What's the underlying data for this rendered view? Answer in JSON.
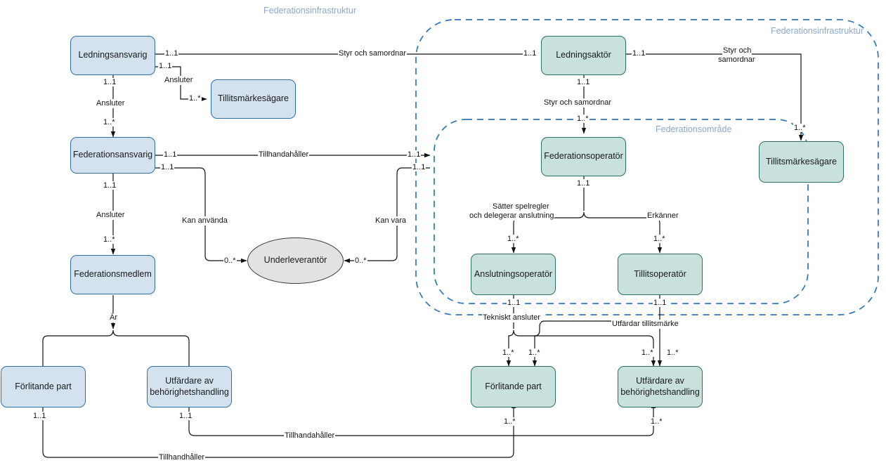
{
  "diagram": {
    "title": "Federationsinfrastruktur rollmodell",
    "colors": {
      "blue_fill": "#d4e2f0",
      "blue_stroke": "#2f6fa8",
      "green_fill": "#c9e1dd",
      "green_stroke": "#2a7068",
      "ellipse_fill": "#e2e2e2",
      "ellipse_stroke": "#3a3a3a",
      "group_label": "#8ba9cf",
      "dashed_border": "#2f76b5",
      "line": "#111111"
    }
  },
  "groups": [
    {
      "id": "g-left",
      "label": "Federationsinfrastruktur"
    },
    {
      "id": "g-outer",
      "label": "Federationsinfrastruktur"
    },
    {
      "id": "g-inner",
      "label": "Federationsområde"
    }
  ],
  "nodes": [
    {
      "id": "ledningsansvarig",
      "label": "Ledningsansvarig",
      "style": "blue"
    },
    {
      "id": "tillitsmarkesagare-left",
      "label": "Tillitsmärkesägare",
      "style": "blue"
    },
    {
      "id": "federationsansvarig",
      "label": "Federationsansvarig",
      "style": "blue"
    },
    {
      "id": "federationsmedlem",
      "label": "Federationsmedlem",
      "style": "blue"
    },
    {
      "id": "forlitande-part-left",
      "label": "Förlitande part",
      "style": "blue"
    },
    {
      "id": "utfardare-left",
      "label": "Utfärdare av behörighetshandling",
      "style": "blue"
    },
    {
      "id": "underleverantor",
      "label": "Underleverantör",
      "style": "ellipse"
    },
    {
      "id": "ledningsaktor",
      "label": "Ledningsaktör",
      "style": "green"
    },
    {
      "id": "tillitsmarkesagare-right",
      "label": "Tillitsmärkesägare",
      "style": "green"
    },
    {
      "id": "federationsoperator",
      "label": "Federationsoperatör",
      "style": "green"
    },
    {
      "id": "anslutningsoperator",
      "label": "Anslutningsoperatör",
      "style": "green"
    },
    {
      "id": "tillitsoperator",
      "label": "Tillitsoperatör",
      "style": "green"
    },
    {
      "id": "forlitande-part-right",
      "label": "Förlitande part",
      "style": "green"
    },
    {
      "id": "utfardare-right",
      "label": "Utfärdare av behörighetshandling",
      "style": "green"
    }
  ],
  "edges": [
    {
      "id": "e1",
      "from": "ledningsansvarig",
      "to": "ledningsaktor",
      "label": "Styr och samordnar",
      "from_mult": "1..1",
      "to_mult": "1..1"
    },
    {
      "id": "e2",
      "from": "ledningsansvarig",
      "to": "tillitsmarkesagare-left",
      "label": "Ansluter",
      "from_mult": "1..1",
      "to_mult": "1..*"
    },
    {
      "id": "e3",
      "from": "ledningsansvarig",
      "to": "federationsansvarig",
      "label": "Ansluter",
      "from_mult": "1..1",
      "to_mult": "1..*"
    },
    {
      "id": "e4",
      "from": "federationsansvarig",
      "to": "federationsoperator-area",
      "label": "Tillhandahåller",
      "from_mult": "1..1",
      "to_mult": "1..1"
    },
    {
      "id": "e5",
      "from": "federationsansvarig",
      "to": "underleverantor",
      "label": "Kan använda",
      "from_mult": "1..1",
      "to_mult": "0..*"
    },
    {
      "id": "e6",
      "from": "federationsomrade",
      "to": "underleverantor",
      "label": "Kan vara",
      "from_mult": "1..1",
      "to_mult": "0..*"
    },
    {
      "id": "e7",
      "from": "federationsansvarig",
      "to": "federationsmedlem",
      "label": "Ansluter",
      "from_mult": "1..1",
      "to_mult": "1..*"
    },
    {
      "id": "e8",
      "from": "forlitande-part-left",
      "to": "federationsmedlem",
      "label": "Är",
      "from_mult": "",
      "to_mult": ""
    },
    {
      "id": "e9",
      "from": "utfardare-left",
      "to": "federationsmedlem",
      "label": "Är",
      "from_mult": "",
      "to_mult": ""
    },
    {
      "id": "e10",
      "from": "ledningsaktor",
      "to": "tillitsmarkesagare-right",
      "label": "Styr och samordnar",
      "from_mult": "1..1",
      "to_mult": "1..*"
    },
    {
      "id": "e11",
      "from": "ledningsaktor",
      "to": "federationsoperator",
      "label": "Styr och samordnar",
      "from_mult": "1..1",
      "to_mult": "1..*"
    },
    {
      "id": "e12",
      "from": "federationsoperator",
      "to": "anslutningsoperator",
      "label": "Sätter spelregler och delegerar anslutning",
      "from_mult": "1..1",
      "to_mult": "1..*"
    },
    {
      "id": "e13",
      "from": "federationsoperator",
      "to": "tillitsoperator",
      "label": "Erkänner",
      "from_mult": "1..1",
      "to_mult": "1..*"
    },
    {
      "id": "e14",
      "from": "anslutningsoperator",
      "to": "forlitande-part-right",
      "label": "Tekniskt ansluter",
      "from_mult": "1..1",
      "to_mult": "1..*"
    },
    {
      "id": "e15",
      "from": "anslutningsoperator",
      "to": "utfardare-right",
      "label": "Tekniskt ansluter",
      "from_mult": "1..1",
      "to_mult": "1..*"
    },
    {
      "id": "e16",
      "from": "tillitsoperator",
      "to": "forlitande-part-right",
      "label": "Utfärdar tillitsmärke",
      "from_mult": "1..1",
      "to_mult": "1..*"
    },
    {
      "id": "e17",
      "from": "tillitsoperator",
      "to": "utfardare-right",
      "label": "Utfärdar tillitsmärke",
      "from_mult": "1..1",
      "to_mult": "1..*"
    },
    {
      "id": "e18",
      "from": "utfardare-left",
      "to": "utfardare-right",
      "label": "Tillhandahåller",
      "from_mult": "1..1",
      "to_mult": "1..*"
    },
    {
      "id": "e19",
      "from": "forlitande-part-left",
      "to": "forlitande-part-right",
      "label": "Tillhandhåller",
      "from_mult": "1..1",
      "to_mult": "1..*"
    }
  ],
  "labels": {
    "title_left": "Federationsinfrastruktur",
    "title_outer": "Federationsinfrastruktur",
    "title_inner": "Federationsområde",
    "m_1_1": "1..1",
    "m_1_star": "1..*",
    "m_0_star": "0..*",
    "ansluter": "Ansluter",
    "styr_och_samordnar": "Styr och samordnar",
    "styr_och_samordnar_l1": "Styr och",
    "styr_och_samordnar_l2": "samordnar",
    "tillhandahaller": "Tillhandahåller",
    "tillhandhaller": "Tillhandhåller",
    "kan_anvanda": "Kan använda",
    "kan_vara": "Kan vara",
    "ar": "Är",
    "satter_l1": "Sätter spelregler",
    "satter_l2": "och delegerar anslutning",
    "erkanner": "Erkänner",
    "tekniskt_ansluter": "Tekniskt ansluter",
    "utfardar_tillitsmarke": "Utfärdar tillitsmärke"
  },
  "node_text": {
    "ledningsansvarig": "Ledningsansvarig",
    "tillitsmarkesagare_left": "Tillitsmärkesägare",
    "federationsansvarig": "Federationsansvarig",
    "federationsmedlem": "Federationsmedlem",
    "forlitande_part_left": "Förlitande part",
    "utfardare_left_l1": "Utfärdare av",
    "utfardare_left_l2": "behörighetshandling",
    "underleverantor": "Underleverantör",
    "ledningsaktor": "Ledningsaktör",
    "tillitsmarkesagare_right": "Tillitsmärkesägare",
    "federationsoperator": "Federationsoperatör",
    "anslutningsoperator": "Anslutningsoperatör",
    "tillitsoperator": "Tillitsoperatör",
    "forlitande_part_right": "Förlitande part",
    "utfardare_right_l1": "Utfärdare av",
    "utfardare_right_l2": "behörighetshandling"
  }
}
